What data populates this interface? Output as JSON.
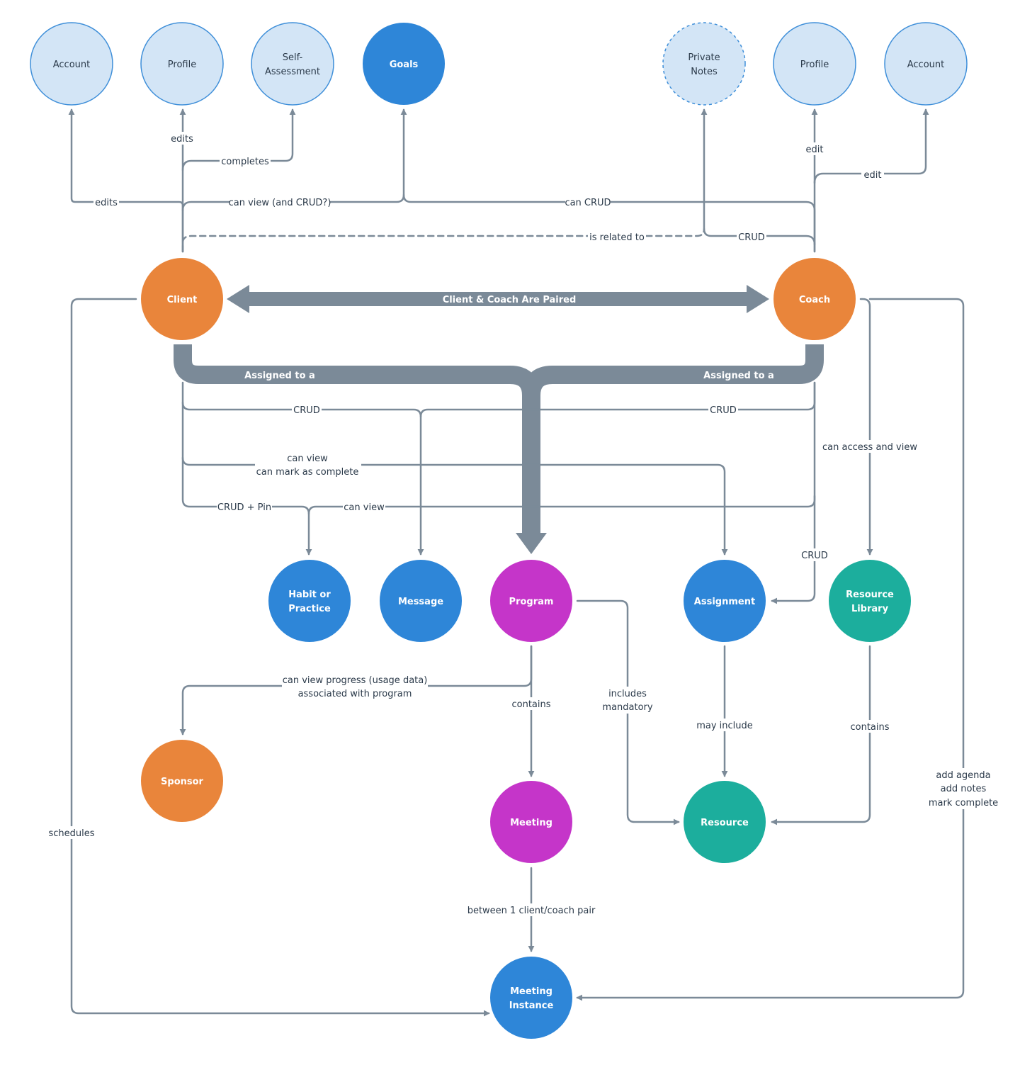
{
  "colors": {
    "light": "#d3e5f6",
    "light_stroke": "#3f8fd9",
    "blue": "#2e86d8",
    "orange": "#e9853b",
    "purple": "#c535c9",
    "teal": "#1cae9d",
    "connector": "#7b8a98",
    "label_dark": "#2b3a4a",
    "label_light": "#ffffff"
  },
  "nodes": {
    "account_client": {
      "lines": [
        "Account"
      ],
      "style": "light"
    },
    "profile_client": {
      "lines": [
        "Profile"
      ],
      "style": "light"
    },
    "self_assessment": {
      "lines": [
        "Self-",
        "Assessment"
      ],
      "style": "light"
    },
    "goals": {
      "lines": [
        "Goals"
      ],
      "style": "blue"
    },
    "private_notes": {
      "lines": [
        "Private",
        "Notes"
      ],
      "style": "light-dashed"
    },
    "profile_coach": {
      "lines": [
        "Profile"
      ],
      "style": "light"
    },
    "account_coach": {
      "lines": [
        "Account"
      ],
      "style": "light"
    },
    "client": {
      "lines": [
        "Client"
      ],
      "style": "orange"
    },
    "coach": {
      "lines": [
        "Coach"
      ],
      "style": "orange"
    },
    "habit": {
      "lines": [
        "Habit or",
        "Practice"
      ],
      "style": "blue"
    },
    "message": {
      "lines": [
        "Message"
      ],
      "style": "blue"
    },
    "program": {
      "lines": [
        "Program"
      ],
      "style": "purple"
    },
    "assignment": {
      "lines": [
        "Assignment"
      ],
      "style": "blue"
    },
    "resource_library": {
      "lines": [
        "Resource",
        "Library"
      ],
      "style": "teal"
    },
    "sponsor": {
      "lines": [
        "Sponsor"
      ],
      "style": "orange"
    },
    "meeting": {
      "lines": [
        "Meeting"
      ],
      "style": "purple"
    },
    "resource": {
      "lines": [
        "Resource"
      ],
      "style": "teal"
    },
    "meeting_instance": {
      "lines": [
        "Meeting",
        "Instance"
      ],
      "style": "blue"
    }
  },
  "edge_labels": {
    "client_edits_account": "edits",
    "client_edits_profile": "edits",
    "client_completes": "completes",
    "client_view_goals": "can view (and CRUD?)",
    "coach_crud_goals": "can CRUD",
    "coach_edit_profile": "edit",
    "coach_edit_account": "edit",
    "is_related_to": "is related to",
    "coach_crud_notes": "CRUD",
    "paired": "Client & Coach Are Paired",
    "client_assigned": "Assigned to a",
    "coach_assigned": "Assigned to a",
    "client_crud_message": "CRUD",
    "coach_crud_message": "CRUD",
    "client_assignment_1": "can view",
    "client_assignment_2": "can mark as complete",
    "client_crud_pin": "CRUD + Pin",
    "coach_view_habit": "can view",
    "coach_access_library": "can access and view",
    "coach_crud_assignment": "CRUD",
    "program_sponsor_1": "can view progress (usage data)",
    "program_sponsor_2": "associated with program",
    "program_contains": "contains",
    "program_mandatory_1": "includes",
    "program_mandatory_2": "mandatory",
    "assignment_may_include": "may include",
    "library_contains": "contains",
    "client_schedules": "schedules",
    "coach_notes_1": "add agenda",
    "coach_notes_2": "add notes",
    "coach_notes_3": "mark complete",
    "meeting_between": "between 1 client/coach pair"
  }
}
